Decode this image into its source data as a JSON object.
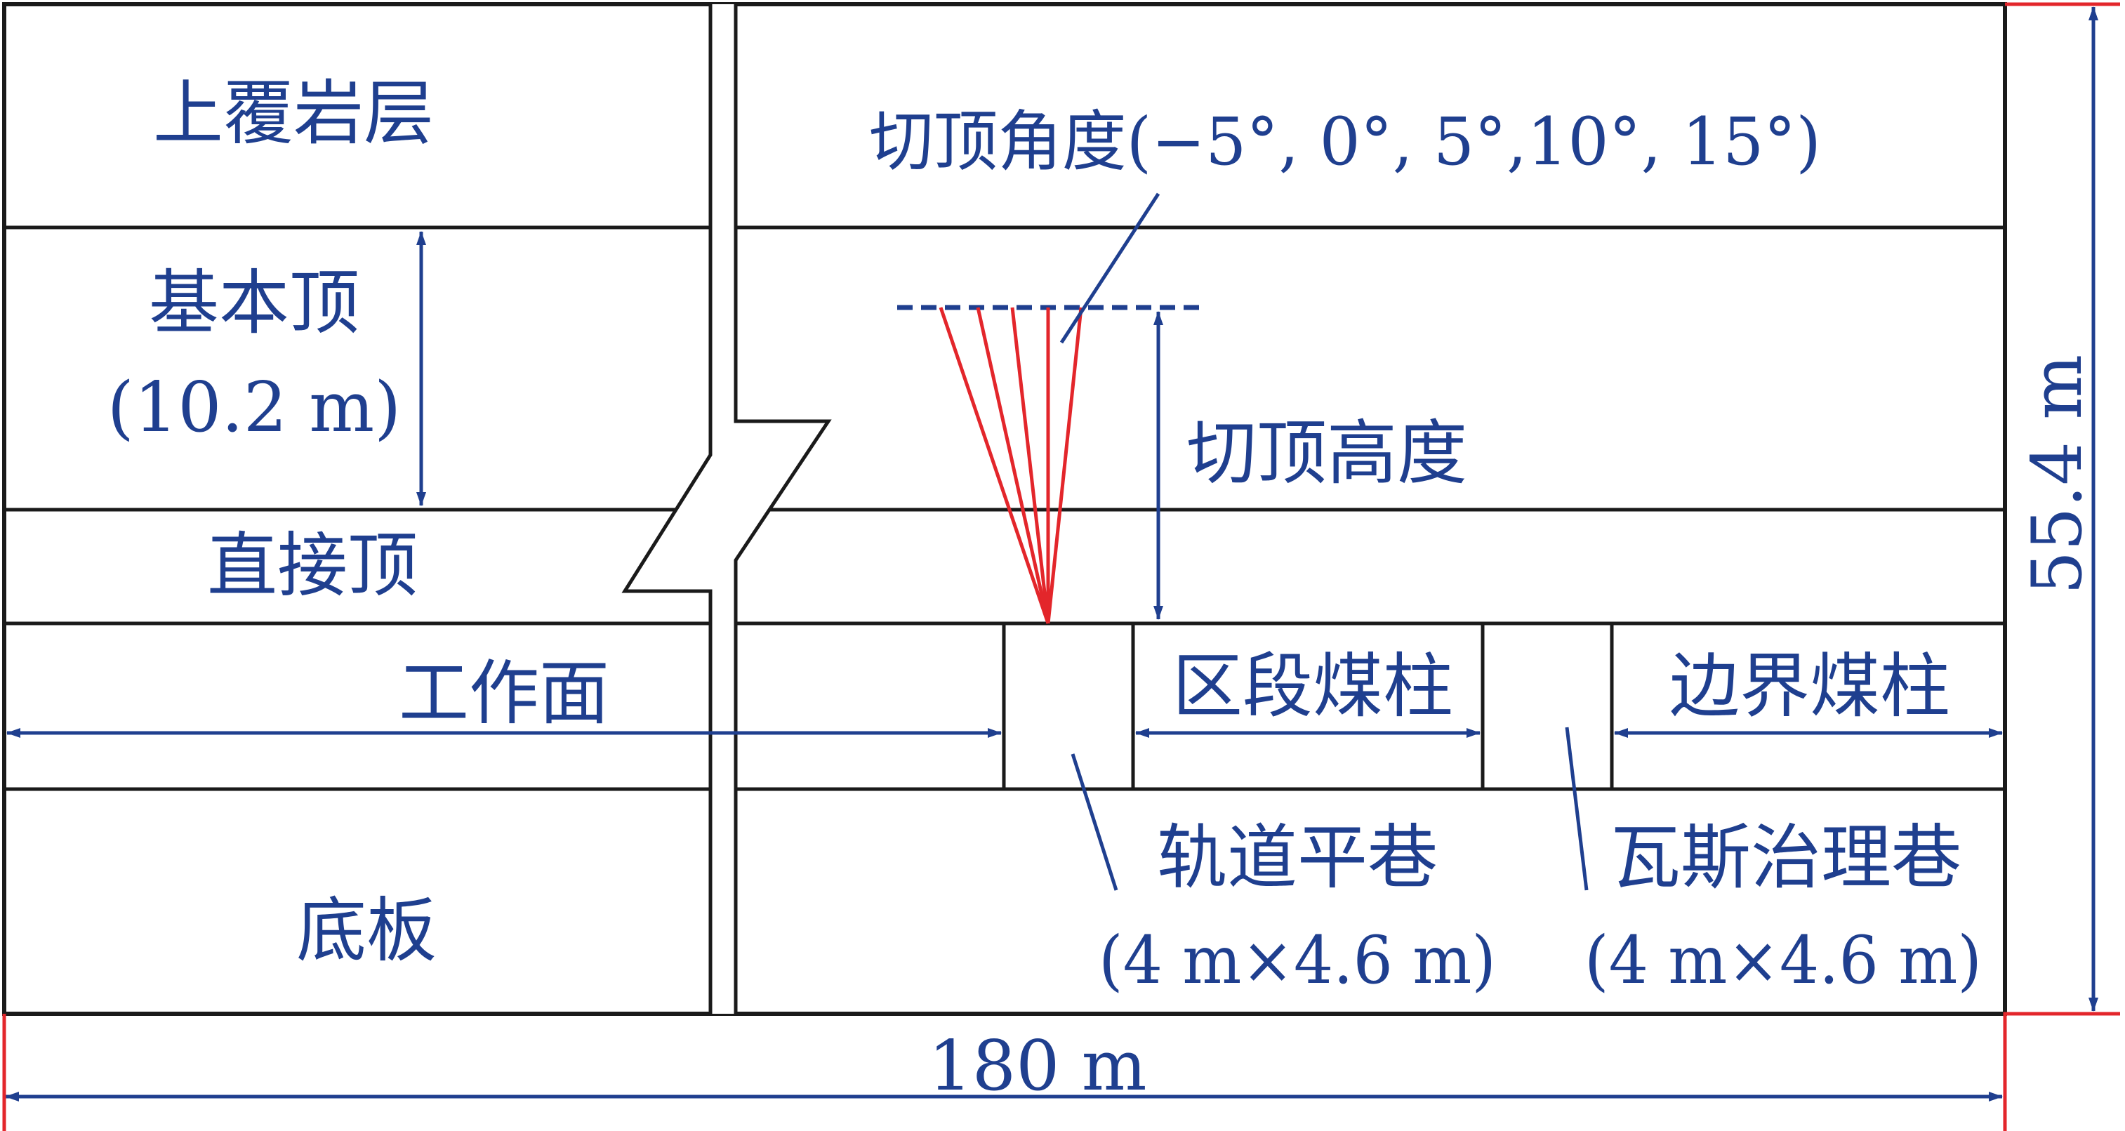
{
  "labels": {
    "overburden": "上覆岩层",
    "main_roof": "基本顶",
    "main_roof_thickness": "(10.2 m)",
    "immediate_roof": "直接顶",
    "working_face": "工作面",
    "floor": "底板",
    "cut_angle": "切顶角度(−5°, 0°, 5°,10°, 15°)",
    "cut_height": "切顶高度",
    "section_pillar": "区段煤柱",
    "boundary_pillar": "边界煤柱",
    "track_roadway": "轨道平巷",
    "track_roadway_size": "(4 m×4.6 m)",
    "gas_roadway": "瓦斯治理巷",
    "gas_roadway_size": "(4 m×4.6 m)",
    "width_dim": "180 m",
    "height_dim": "55.4 m"
  },
  "colors": {
    "line": "#1a1a1a",
    "label": "#1f3f8f",
    "dimension_arrow": "#1f3f8f",
    "cut_line": "#e3262b",
    "extent_tick": "#e3262b"
  }
}
